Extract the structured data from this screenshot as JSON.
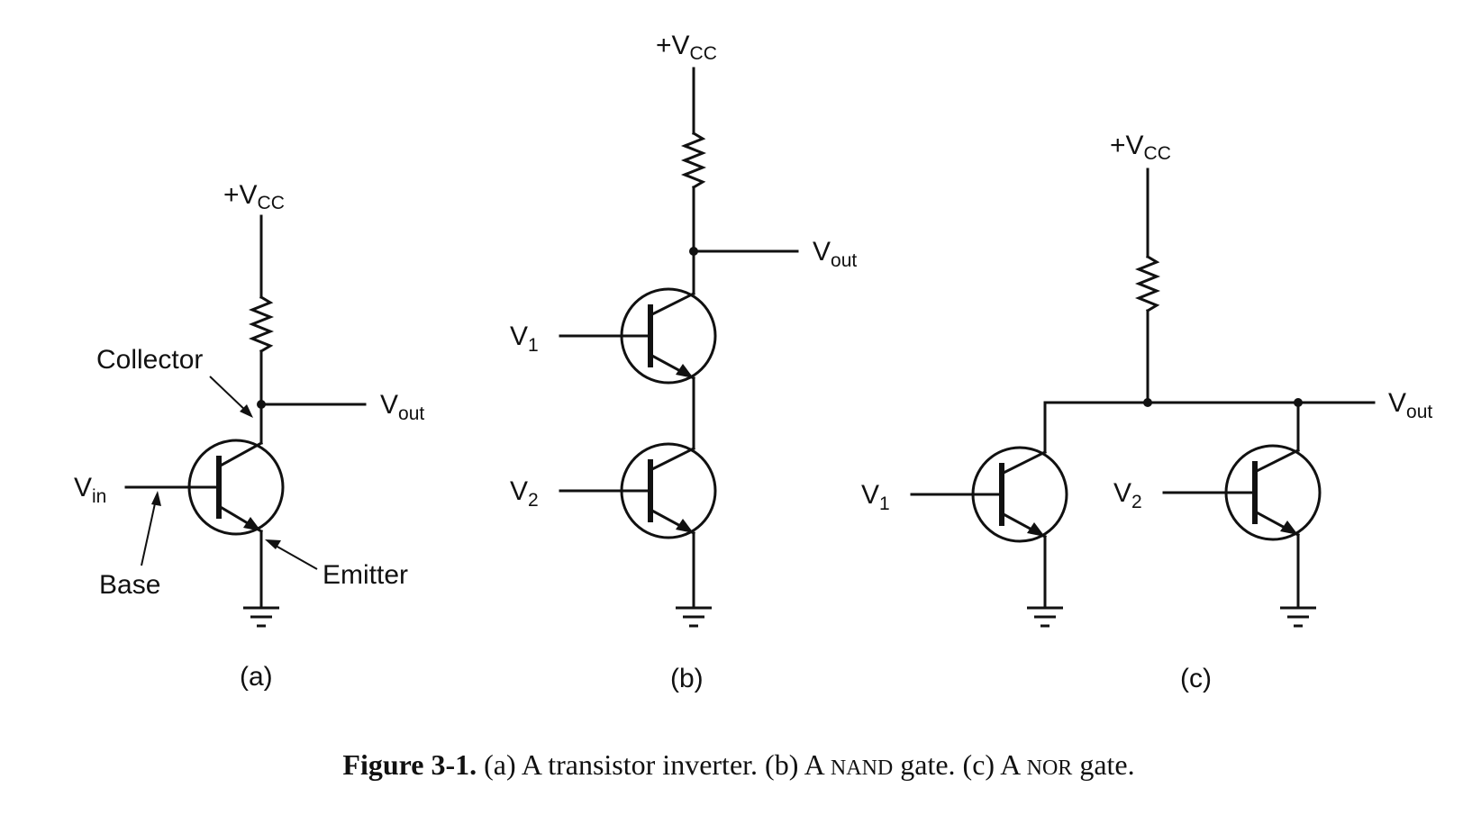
{
  "labels": {
    "vcc_prefix": "+V",
    "vcc_sub": "CC",
    "v_prefix": "V",
    "in_sub": "in",
    "out_sub": "out",
    "one_sub": "1",
    "two_sub": "2",
    "collector": "Collector",
    "base": "Base",
    "emitter": "Emitter"
  },
  "panels": {
    "a": "(a)",
    "b": "(b)",
    "c": "(c)"
  },
  "caption": {
    "figure": "Figure 3-1.",
    "part_a": " (a) A transistor inverter. (b) A ",
    "nand": "NAND",
    "part_b": " gate. (c) A ",
    "nor": "NOR",
    "part_c": " gate."
  }
}
